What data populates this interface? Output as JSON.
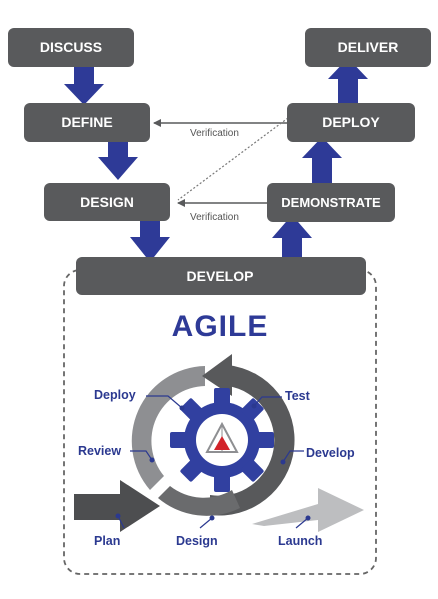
{
  "boxes": {
    "discuss": "DISCUSS",
    "define": "DEFINE",
    "design": "DESIGN",
    "develop": "DEVELOP",
    "demonstrate": "DEMONSTRATE",
    "deploy": "DEPLOY",
    "deliver": "DELIVER"
  },
  "arrows": {
    "verification_upper": "Verification",
    "verification_lower": "Verification"
  },
  "agile": {
    "title": "AGILE",
    "labels": {
      "deploy": "Deploy",
      "test": "Test",
      "review": "Review",
      "develop": "Develop",
      "plan": "Plan",
      "design": "Design",
      "launch": "Launch"
    }
  },
  "colors": {
    "box": "#595a5c",
    "arrow_blue": "#2e3a97",
    "gear": "#3140a0",
    "accent_red": "#d2232a",
    "light_gray": "#b9babc",
    "mid_gray": "#8e8f92",
    "dark_gray": "#58595b"
  },
  "icons": [
    "gear-icon",
    "triangle-logo-icon"
  ]
}
